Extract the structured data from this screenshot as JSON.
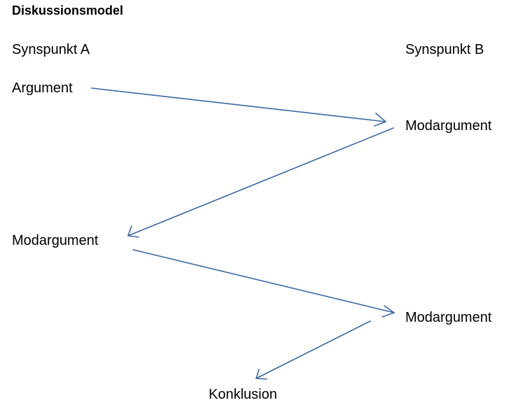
{
  "title": "Diskussionsmodel",
  "column_a": "Synspunkt A",
  "column_b": "Synspunkt B",
  "nodes": {
    "argument": "Argument",
    "modargument_b1": "Modargument",
    "modargument_a": "Modargument",
    "modargument_b2": "Modargument",
    "konklusion": "Konklusion"
  },
  "colors": {
    "arrow": "#3c68a0",
    "text": "#000000",
    "background": "#ffffff"
  }
}
